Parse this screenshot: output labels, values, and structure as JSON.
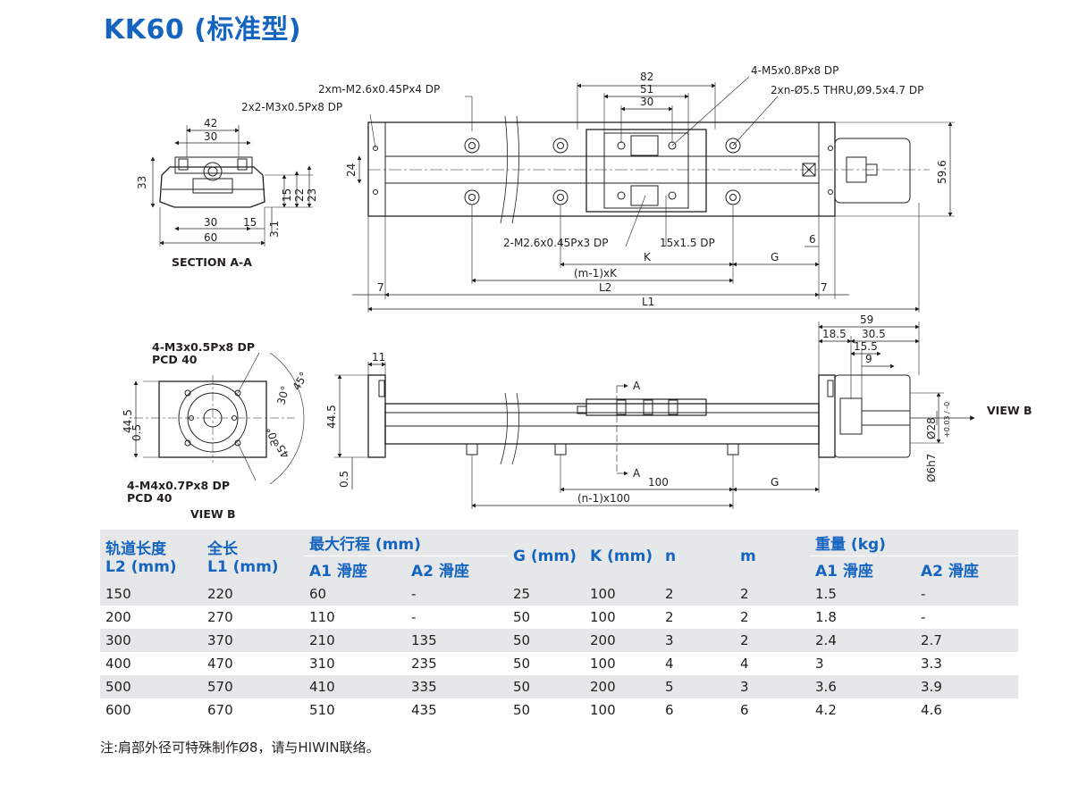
{
  "title": "KK60 (标准型)",
  "drawing": {
    "section_label": "SECTION A-A",
    "view_b_label": "VIEW B",
    "view_b_arrow": "VIEW B",
    "section_dims": {
      "d42": "42",
      "d30_top": "30",
      "d33": "33",
      "d15_r": "15",
      "d22": "22",
      "d23": "23",
      "d30_bot": "30",
      "d15_bot": "15",
      "d60": "60",
      "d3_1": "3.1"
    },
    "top_view": {
      "note_xm": "2xm-M2.6x0.45Px4 DP",
      "note_x2": "2x2-M3x0.5Px8 DP",
      "note_4m5": "4-M5x0.8Px8 DP",
      "note_xn": "2xn-Ø5.5 THRU,Ø9.5x4.7 DP",
      "note_2m2": "2-M2.6x0.45Px3 DP",
      "note_15x15": "15x1.5 DP",
      "d82": "82",
      "d51": "51",
      "d30": "30",
      "d24": "24",
      "d59_6": "59.6",
      "dK": "K",
      "dG": "G",
      "d6": "6",
      "dm1k": "(m-1)xK",
      "d7a": "7",
      "d7b": "7",
      "dL2": "L2",
      "dL1": "L1"
    },
    "view_b": {
      "note_m3": "4-M3x0.5Px8 DP",
      "pcd1": "PCD 40",
      "note_m4": "4-M4x0.7Px8 DP",
      "pcd2": "PCD 40",
      "d44_5": "44.5",
      "d0_5": "0.5",
      "a45a": "45°",
      "a30a": "30°",
      "a30b": "30°",
      "a45b": "45°"
    },
    "side_view": {
      "d11": "11",
      "d44_5": "44.5",
      "d0_5": "0.5",
      "dA1": "A",
      "dA2": "A",
      "d100": "100",
      "dG": "G",
      "dn1": "(n-1)x100",
      "d59": "59",
      "d18_5": "18.5",
      "d30_5": "30.5",
      "d15_5": "15.5",
      "d9": "9",
      "d28": "Ø28",
      "d28tol": "+0.03 / -0",
      "d6h7": "Ø6h7"
    }
  },
  "table": {
    "headers": {
      "rail_length": "轨道长度",
      "rail_unit": "L2 (mm)",
      "total_length": "全长",
      "total_unit": "L1 (mm)",
      "max_stroke": "最大行程 (mm)",
      "a1_slider": "A1 滑座",
      "a2_slider": "A2 滑座",
      "g": "G (mm)",
      "k": "K (mm)",
      "n": "n",
      "m": "m",
      "weight": "重量 (kg)",
      "w_a1": "A1 滑座",
      "w_a2": "A2 滑座"
    },
    "rows": [
      [
        "150",
        "220",
        "60",
        "-",
        "25",
        "100",
        "2",
        "2",
        "1.5",
        "-"
      ],
      [
        "200",
        "270",
        "110",
        "-",
        "50",
        "100",
        "2",
        "2",
        "1.8",
        "-"
      ],
      [
        "300",
        "370",
        "210",
        "135",
        "50",
        "200",
        "3",
        "2",
        "2.4",
        "2.7"
      ],
      [
        "400",
        "470",
        "310",
        "235",
        "50",
        "100",
        "4",
        "4",
        "3",
        "3.3"
      ],
      [
        "500",
        "570",
        "410",
        "335",
        "50",
        "200",
        "5",
        "3",
        "3.6",
        "3.9"
      ],
      [
        "600",
        "670",
        "510",
        "435",
        "50",
        "100",
        "6",
        "6",
        "4.2",
        "4.6"
      ]
    ]
  },
  "note": "注:肩部外径可特殊制作Ø8，请与HIWIN联络。"
}
